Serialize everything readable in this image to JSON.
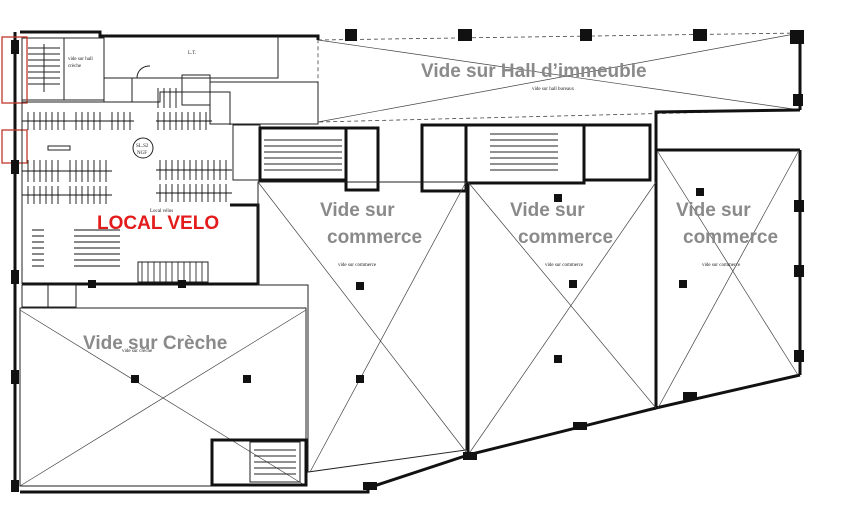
{
  "plan": {
    "rooms": {
      "hall": {
        "label": "Vide sur Hall d’immeuble",
        "sub": "vide sur hall bureaux"
      },
      "commerce_1": {
        "line1": "Vide sur",
        "line2": "commerce",
        "sub": "vide sur commerce"
      },
      "commerce_2": {
        "line1": "Vide sur",
        "line2": "commerce",
        "sub": "vide sur commerce"
      },
      "commerce_3": {
        "line1": "Vide sur",
        "line2": "commerce",
        "sub": "vide sur commerce"
      },
      "creche": {
        "label": "Vide sur Crèche",
        "sub": "vide sur creche"
      },
      "velo": {
        "label": "LOCAL VELO",
        "sub": "Local vélos"
      }
    },
    "small_text": {
      "lt": "L.T.",
      "stair_note_1": "vide sur hall",
      "stair_note_2": "crèche",
      "shaft_1": "SL.S2",
      "shaft_2": "NGF"
    },
    "colors": {
      "walls": "#111111",
      "room_label": "#8a8a8a",
      "velo_label": "#e31b1b",
      "markers": "#c0392b"
    }
  }
}
